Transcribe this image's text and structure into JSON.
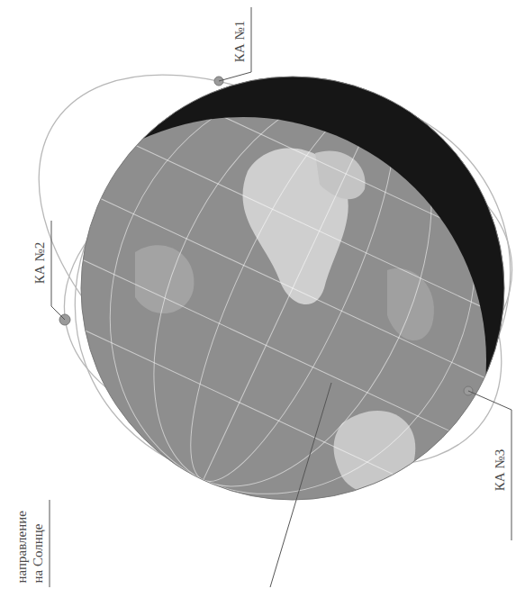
{
  "diagram": {
    "labels": [
      "КА №1",
      "КА №2",
      "КА №3",
      "направление на Солнце"
    ]
  }
}
